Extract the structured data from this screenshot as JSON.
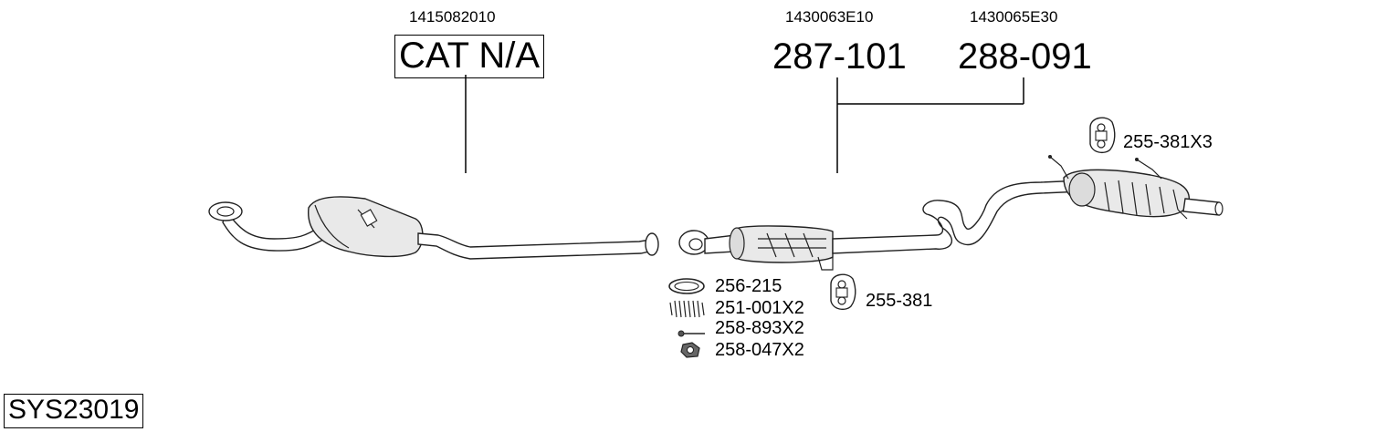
{
  "diagram": {
    "system_code": "SYS23019",
    "parts": [
      {
        "oem": "1415082010",
        "number": "CAT N/A"
      },
      {
        "oem": "1430063E10",
        "number": "287-101"
      },
      {
        "oem": "1430065E30",
        "number": "288-091"
      }
    ],
    "accessories": [
      {
        "number": "256-215",
        "icon": "gasket-icon"
      },
      {
        "number": "251-001X2",
        "icon": "spring-icon"
      },
      {
        "number": "258-893X2",
        "icon": "bolt-icon"
      },
      {
        "number": "258-047X2",
        "icon": "nut-icon"
      }
    ],
    "hangers": [
      {
        "number": "255-381X3",
        "icon": "rubber-hanger-icon"
      },
      {
        "number": "255-381",
        "icon": "rubber-hanger-icon"
      }
    ]
  }
}
